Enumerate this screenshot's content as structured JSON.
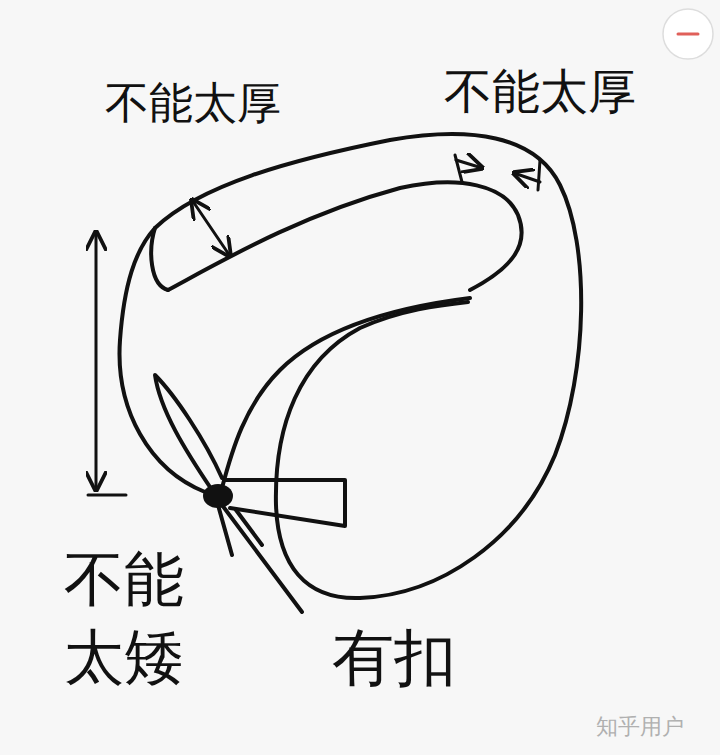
{
  "diagram": {
    "labels": [
      "不能太厚",
      "不能太厚",
      "不能太矮",
      "有扣",
      "知乎用户"
    ]
  }
}
